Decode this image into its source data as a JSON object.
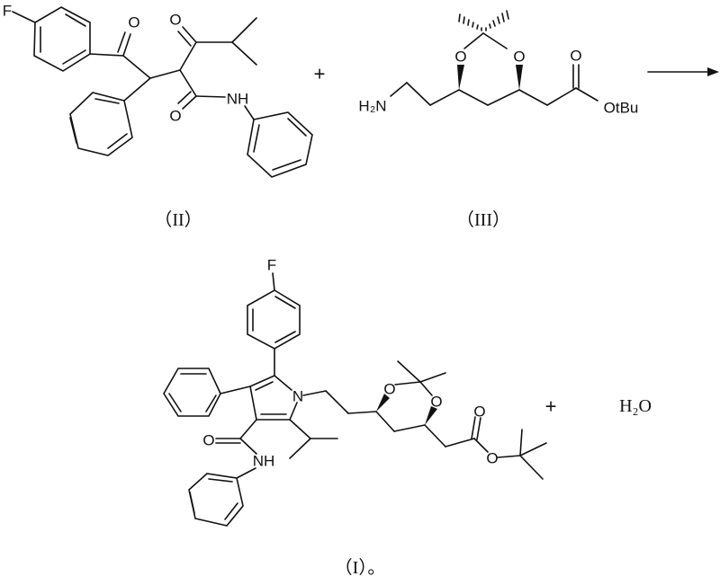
{
  "compounds": {
    "II": {
      "label": "（II）",
      "atoms": {
        "F": "F",
        "O1": "O",
        "O2": "O",
        "O3": "O",
        "NH": "NH"
      }
    },
    "III": {
      "label": "（III）",
      "atoms": {
        "H2N": "H₂N",
        "O1": "O",
        "O2": "O",
        "O3": "O",
        "OtBu": "OtBu"
      }
    },
    "I": {
      "label": "（I）。",
      "atoms": {
        "F": "F",
        "N": "N",
        "O1": "O",
        "O2": "O",
        "O3": "O",
        "O4": "O",
        "O5": "O",
        "NH": "NH"
      }
    }
  },
  "operators": {
    "plus1": "+",
    "plus2": "+",
    "arrow": "reaction-arrow"
  },
  "byproduct": "H₂O"
}
